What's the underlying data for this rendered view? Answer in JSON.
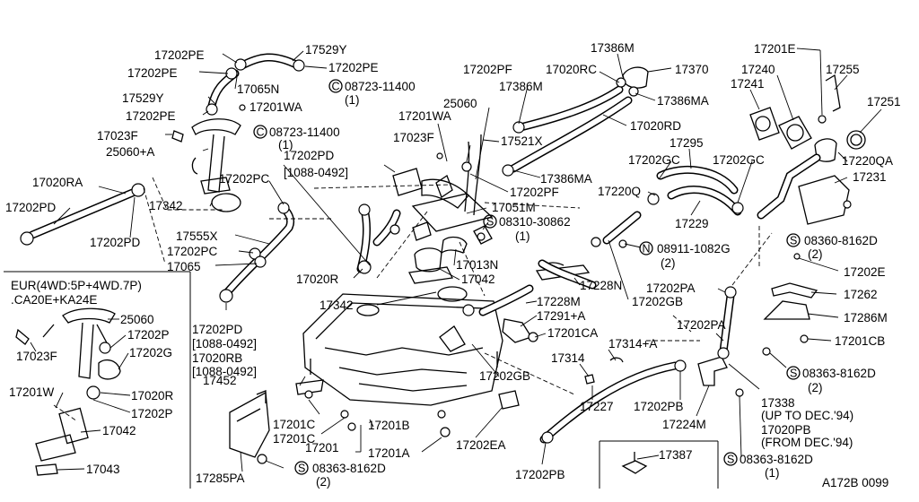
{
  "labels": {
    "l01": "17202PE",
    "l02": "17529Y",
    "l03": "17202PE",
    "l04": "17202PE",
    "l05": "17065N",
    "l06": "17529Y",
    "l07": "17201WA",
    "l08": "17202PE",
    "l09": "17023F",
    "l10": "25060+A",
    "l11": "08723-11400",
    "l12": "(1)",
    "l13": "08723-11400",
    "l14": "(1)",
    "l15": "17020RA",
    "l16": "17202PD",
    "l17": "17202PD",
    "l18": "17342",
    "l19": "17555X",
    "l20": "17202PC",
    "l21": "17065",
    "l22": "17202PC",
    "l23": "17202PD",
    "l24": "[1088-0492]",
    "l25": "17202PF",
    "l26": "17020RC",
    "l27": "17386M",
    "l28": "17370",
    "l29": "17386M",
    "l30": "17386MA",
    "l31": "25060",
    "l32": "17201WA",
    "l33": "17020RD",
    "l34": "17023F",
    "l35": "17521X",
    "l36": "17386MA",
    "l37": "17202PF",
    "l38": "17051M",
    "l39": "08310-30862",
    "l40": "(1)",
    "l41": "17013N",
    "l42": "17042",
    "l43": "17020R",
    "l44": "17342",
    "l45": "17202PD",
    "l46": "[1088-0492]",
    "l47": "17020RB",
    "l48": "[1088-0492]",
    "l49": "17452",
    "l50": "17201E",
    "l51": "17240",
    "l52": "17255",
    "l53": "17241",
    "l54": "17251",
    "l55": "17295",
    "l56": "17202GC",
    "l57": "17202GC",
    "l58": "17220QA",
    "l59": "17220Q",
    "l60": "17231",
    "l61": "17229",
    "l62": "08911-1082G",
    "l63": "(2)",
    "l64": "08360-8162D",
    "l65": "(2)",
    "l66": "17202E",
    "l67": "17228N",
    "l68": "17202PA",
    "l69": "17202GB",
    "l70": "17262",
    "l71": "17228M",
    "l72": "17291+A",
    "l73": "17286M",
    "l74": "17202PA",
    "l75": "17201CA",
    "l76": "17201CB",
    "l77": "17314+A",
    "l78": "17314",
    "l79": "17202GB",
    "l80": "08363-8162D",
    "l81": "(2)",
    "l82": "17202PB",
    "l83": "17338",
    "l84": "(UP TO DEC.'94)",
    "l85": "17020PB",
    "l86": "(FROM DEC.'94)",
    "l87": "17227",
    "l88": "17224M",
    "l89": "17201C",
    "l90": "17201C",
    "l91": "17201B",
    "l92": "17201",
    "l93": "17201A",
    "l94": "17202EA",
    "l95": "08363-8162D",
    "l96": "(1)",
    "l97": "17387",
    "l98": "17202PB",
    "l99": "17285PA",
    "l100": "08363-8162D",
    "l101": "(2)",
    "l102": "A172B 0099"
  },
  "inset": {
    "header_line1": "EUR(4WD:5P+4WD.7P)",
    "header_line2": ".CA20E+KA24E",
    "labels": {
      "i1": "25060",
      "i2": "17023F",
      "i3": "17202P",
      "i4": "17202G",
      "i5": "17201W",
      "i6": "17020R",
      "i7": "17202P",
      "i8": "17042",
      "i9": "17043"
    }
  }
}
